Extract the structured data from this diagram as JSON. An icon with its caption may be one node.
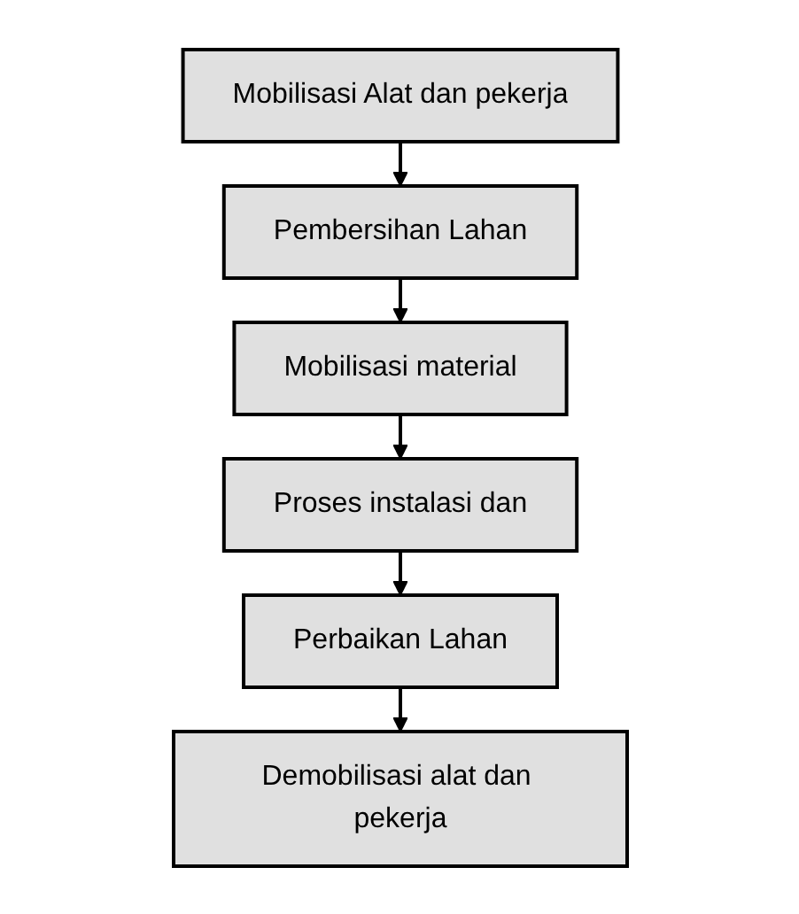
{
  "diagram": {
    "nodes": [
      {
        "text": [
          "Mobilisasi Alat dan pekerja"
        ]
      },
      {
        "text": [
          "Pembersihan Lahan"
        ]
      },
      {
        "text": [
          "Mobilisasi material"
        ]
      },
      {
        "text": [
          "Proses instalasi dan"
        ]
      },
      {
        "text": [
          "Perbaikan Lahan"
        ]
      },
      {
        "text": [
          "Demobilisasi alat dan pekerja"
        ]
      }
    ],
    "edges": [
      {
        "from": 0,
        "to": 1,
        "arrow": "to"
      },
      {
        "from": 1,
        "to": 2,
        "arrow": "to"
      },
      {
        "from": 2,
        "to": 3,
        "arrow": "to"
      },
      {
        "from": 3,
        "to": 4,
        "arrow": "to"
      },
      {
        "from": 4,
        "to": 5,
        "arrow": "to"
      }
    ]
  }
}
